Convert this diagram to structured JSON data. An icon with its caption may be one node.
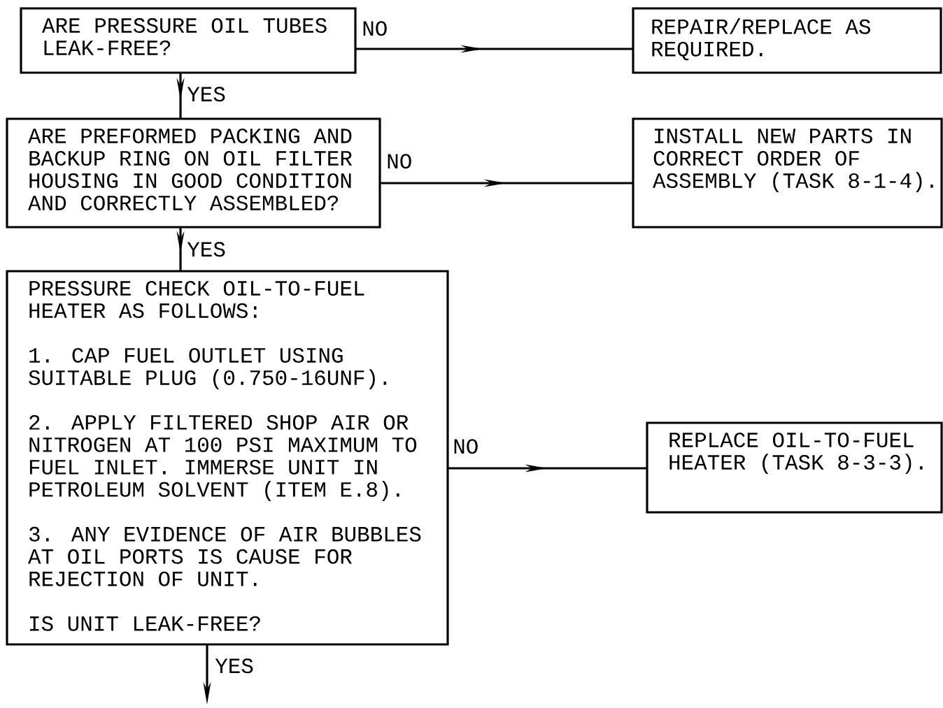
{
  "diagram": {
    "nodes": [
      {
        "text": [
          "ARE PRESSURE OIL TUBES LEAK-FREE?"
        ]
      },
      {
        "text": [
          "REPAIR/REPLACE AS REQUIRED."
        ]
      },
      {
        "text": [
          "ARE PREFORMED PACKING AND BACKUP RING ON OIL FILTER HOUSING IN GOOD CONDITION AND CORRECTLY ASSEMBLED?"
        ]
      },
      {
        "text": [
          "INSTALL NEW PARTS IN CORRECT ORDER OF ASSEMBLY (TASK 8-1-4)."
        ]
      },
      {
        "text": [
          "PRESSURE CHECK OIL-TO-FUEL HEATER AS FOLLOWS:",
          "1. CAP FUEL OUTLET USING SUITABLE PLUG (0.750-16UNF).",
          "2. APPLY FILTERED SHOP AIR OR NITROGEN AT 100 PSI MAXIMUM TO FUEL INLET. IMMERSE UNIT IN PETROLEUM SOLVENT (ITEM E.8).",
          "3. ANY EVIDENCE OF AIR BUBBLES AT OIL PORTS IS CAUSE FOR REJECTION OF UNIT.",
          "IS UNIT LEAK-FREE?"
        ]
      },
      {
        "text": [
          "REPLACE OIL-TO-FUEL HEATER (TASK 8-3-3)."
        ]
      }
    ],
    "edges": [
      {
        "from": 0,
        "to": 1,
        "arrow": "to",
        "label": "NO"
      },
      {
        "from": 0,
        "to": 2,
        "arrow": "to",
        "label": "YES"
      },
      {
        "from": 2,
        "to": 3,
        "arrow": "to",
        "label": "NO"
      },
      {
        "from": 2,
        "to": 4,
        "arrow": "to",
        "label": "YES"
      },
      {
        "from": 4,
        "to": 5,
        "arrow": "to",
        "label": "NO"
      },
      {
        "from": 4,
        "to": null,
        "arrow": "to",
        "label": "YES"
      }
    ]
  }
}
